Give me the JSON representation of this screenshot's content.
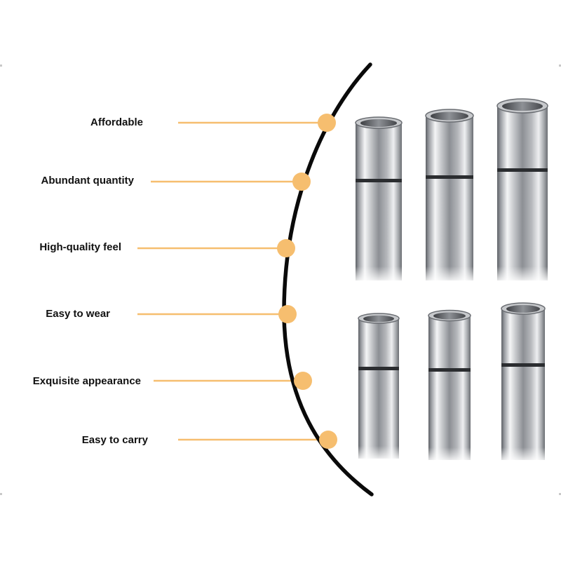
{
  "features": [
    {
      "label": "Affordable"
    },
    {
      "label": "Abundant quantity"
    },
    {
      "label": "High-quality feel"
    },
    {
      "label": "Easy to wear"
    },
    {
      "label": "Exquisite appearance"
    },
    {
      "label": "Easy to carry"
    }
  ],
  "colors": {
    "accent": "#f6be6f",
    "curve": "#0a0a0a",
    "text": "#111111",
    "background": "#ffffff"
  },
  "product": {
    "item_count": 6,
    "rows": 2,
    "columns": 3
  }
}
